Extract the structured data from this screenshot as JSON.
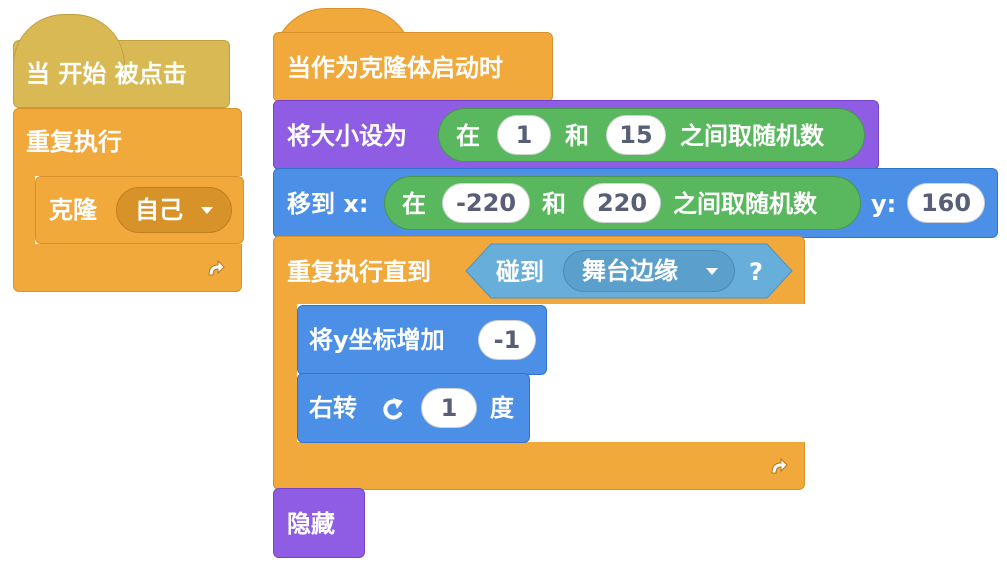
{
  "colors": {
    "events": "#d9b954",
    "control": "#f0a93a",
    "control_dark": "#d8922a",
    "looks": "#8e5de3",
    "motion": "#4c8fe6",
    "operators": "#59b85d",
    "sensing": "#68aedb"
  },
  "script1": {
    "hat": "当 开始 被点击",
    "forever": "重复执行",
    "clone_label": "克隆",
    "clone_target": "自己"
  },
  "script2": {
    "hat": "当作为克隆体启动时",
    "set_size": {
      "label": "将大小设为",
      "random_prefix": "在",
      "from": "1",
      "and": "和",
      "to": "15",
      "random_suffix": "之间取随机数"
    },
    "goto": {
      "label": "移到 x:",
      "random_prefix": "在",
      "from": "-220",
      "and": "和",
      "to": "220",
      "random_suffix": "之间取随机数",
      "y_label": "y:",
      "y_value": "160"
    },
    "repeat_until": {
      "label": "重复执行直到",
      "touching": "碰到",
      "target": "舞台边缘",
      "question": "?"
    },
    "change_y": {
      "label": "将y坐标增加",
      "value": "-1"
    },
    "turn": {
      "label": "右转",
      "value": "1",
      "unit": "度"
    },
    "hide": "隐藏"
  }
}
